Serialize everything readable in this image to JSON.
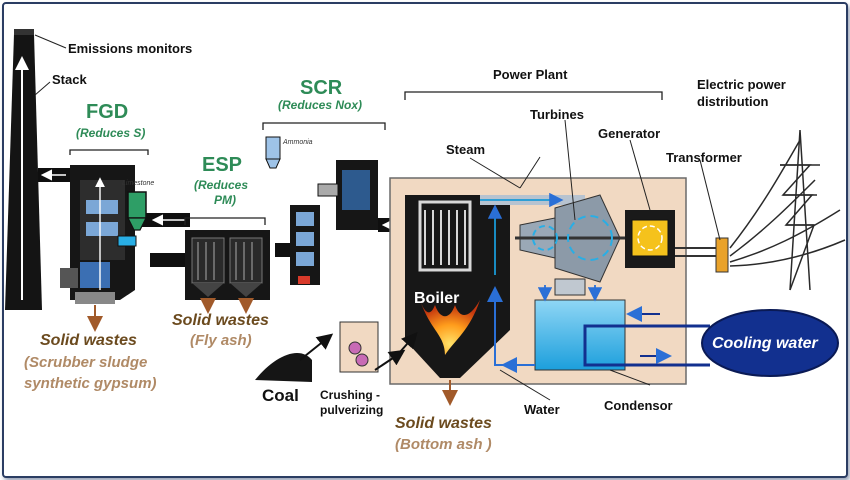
{
  "labels": {
    "emissions_monitors": "Emissions monitors",
    "stack": "Stack",
    "fgd": "FGD",
    "fgd_sub": "(Reduces S)",
    "esp": "ESP",
    "esp_sub_1": "(Reduces",
    "esp_sub_2": "PM)",
    "scr": "SCR",
    "scr_sub": "(Reduces Nox)",
    "ammonia": "Ammonia",
    "limestone": "Limestone",
    "power_plant": "Power Plant",
    "steam": "Steam",
    "turbines": "Turbines",
    "generator": "Generator",
    "transformer": "Transformer",
    "electric_1": "Electric power",
    "electric_2": "distribution",
    "boiler": "Boiler",
    "cooling_water": "Cooling water",
    "coal": "Coal",
    "crushing_1": "Crushing -",
    "crushing_2": "pulverizing",
    "water": "Water",
    "condensor": "Condensor"
  },
  "wastes": {
    "fgd_title": "Solid wastes",
    "fgd_sub_1": "(Scrubber sludge",
    "fgd_sub_2": "synthetic gypsum)",
    "esp_title": "Solid wastes",
    "esp_sub": "(Fly ash)",
    "boiler_title": "Solid wastes",
    "boiler_sub": "(Bottom ash )"
  },
  "colors": {
    "flue": "#0f0f0f",
    "plant_bg": "#f1d9c2",
    "water": "#29aee5",
    "arrow_blue": "#2a6fd6",
    "green": "#2e8b57",
    "waste_arrow": "#a15a2a",
    "cooling_fill": "#12308f",
    "generator_yellow": "#f5c21c"
  }
}
